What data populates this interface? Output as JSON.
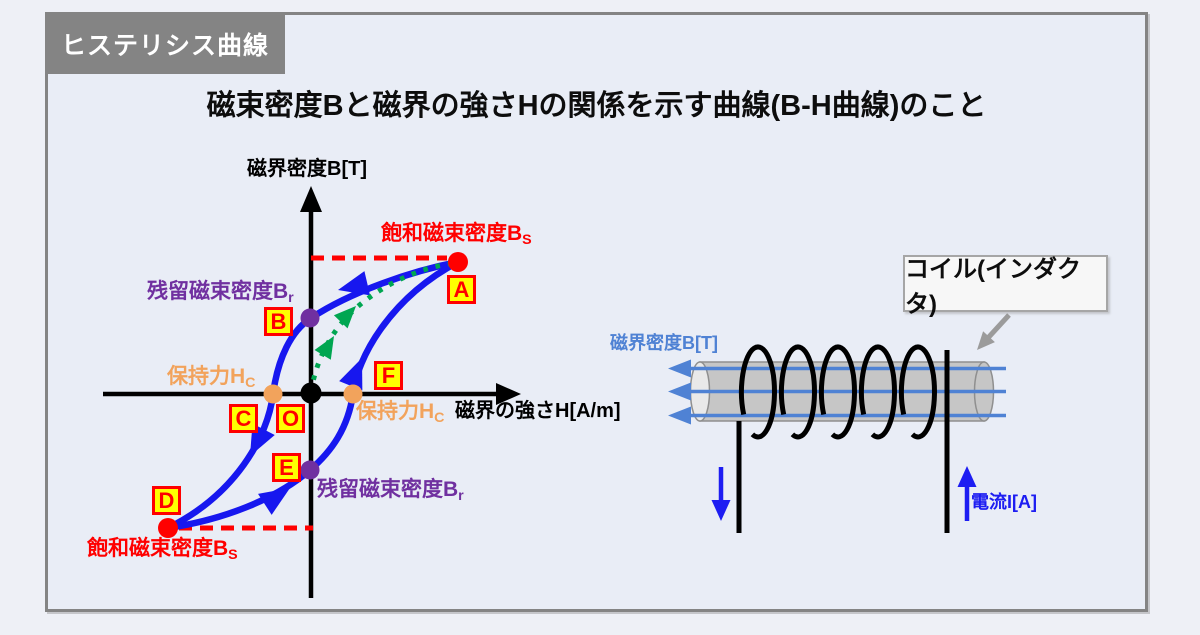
{
  "badge": {
    "label": "ヒステリシス曲線"
  },
  "title": "磁束密度Bと磁界の強さHの関係を示す曲線(B-H曲線)のこと",
  "graph": {
    "y_axis_label": "磁界密度B[T]",
    "x_axis_label": "磁界の強さH[A/m]",
    "saturation_top": {
      "text": "飽和磁束密度B",
      "sub": "S"
    },
    "remanence_top": {
      "text": "残留磁束密度B",
      "sub": "r"
    },
    "coercivity_left": {
      "text": "保持力H",
      "sub": "C"
    },
    "coercivity_right": {
      "text": "保持力H",
      "sub": "C"
    },
    "remanence_bottom": {
      "text": "残留磁束密度B",
      "sub": "r"
    },
    "saturation_bottom": {
      "text": "飽和磁束密度B",
      "sub": "S"
    },
    "points": {
      "a": "A",
      "b": "B",
      "c": "C",
      "o": "O",
      "f": "F",
      "e": "E",
      "d": "D"
    }
  },
  "coil": {
    "callout": "コイル(インダクタ)",
    "flux_label": "磁界密度B[T]",
    "current_label": "電流I[A]"
  },
  "colors": {
    "red": "#ff0000",
    "purple": "#7030a0",
    "orange": "#f2a35c",
    "curve_blue": "#1717ef",
    "green": "#00a651",
    "field_blue": "#4f82d4",
    "current_blue": "#1d1df2",
    "badge_gray": "#848484",
    "yellow_box": "#ffff00"
  }
}
